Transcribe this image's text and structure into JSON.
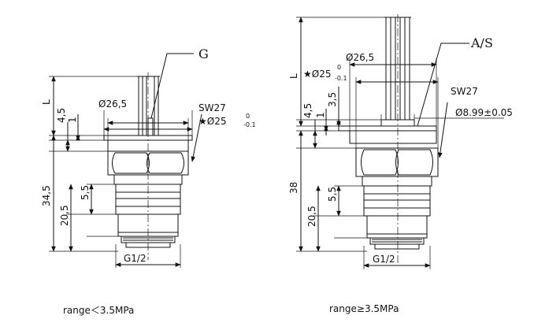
{
  "left_drawing": {
    "callout": "G",
    "dims": {
      "L": "L",
      "d4_5": "4,5",
      "d1": "1",
      "d34_5": "34,5",
      "d20_5": "20,5",
      "d5_5": "5,5",
      "dia26_5": "Ø26,5",
      "sw": "SW27",
      "dia25": "★Ø25",
      "tol_upper": "0",
      "tol_lower": "-0.1",
      "thread": "G1/2"
    },
    "caption": "range＜3.5MPa"
  },
  "right_drawing": {
    "callout": "A/S",
    "dims": {
      "L": "L",
      "d4_5": "4,5",
      "d3_5": "3,5",
      "d1": "1",
      "d38": "38",
      "d20_5": "20,5",
      "d5_5": "5,5",
      "dia26_5": "Ø26,5",
      "dia25": "★Ø25",
      "tol_upper": "0",
      "tol_lower": "-0.1",
      "sw": "SW27",
      "dia8_99": "Ø8.99±0.05",
      "thread": "G1/2"
    },
    "caption": "range≥3.5MPa"
  }
}
